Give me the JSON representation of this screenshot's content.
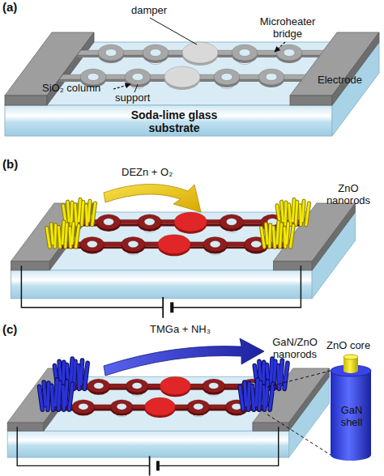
{
  "diagram": {
    "labels": [
      "(a)",
      "damper",
      "Microheater bridge",
      "support",
      "SiO₂ column",
      "Electrode",
      "Soda-lime glass substrate",
      "(b)",
      "DEZn + O₂",
      "ZnO nanorods",
      "(c)",
      "TMGa + NH₃",
      "GaN/ZnO nanorods",
      "ZnO core",
      "GaN shell"
    ]
  }
}
